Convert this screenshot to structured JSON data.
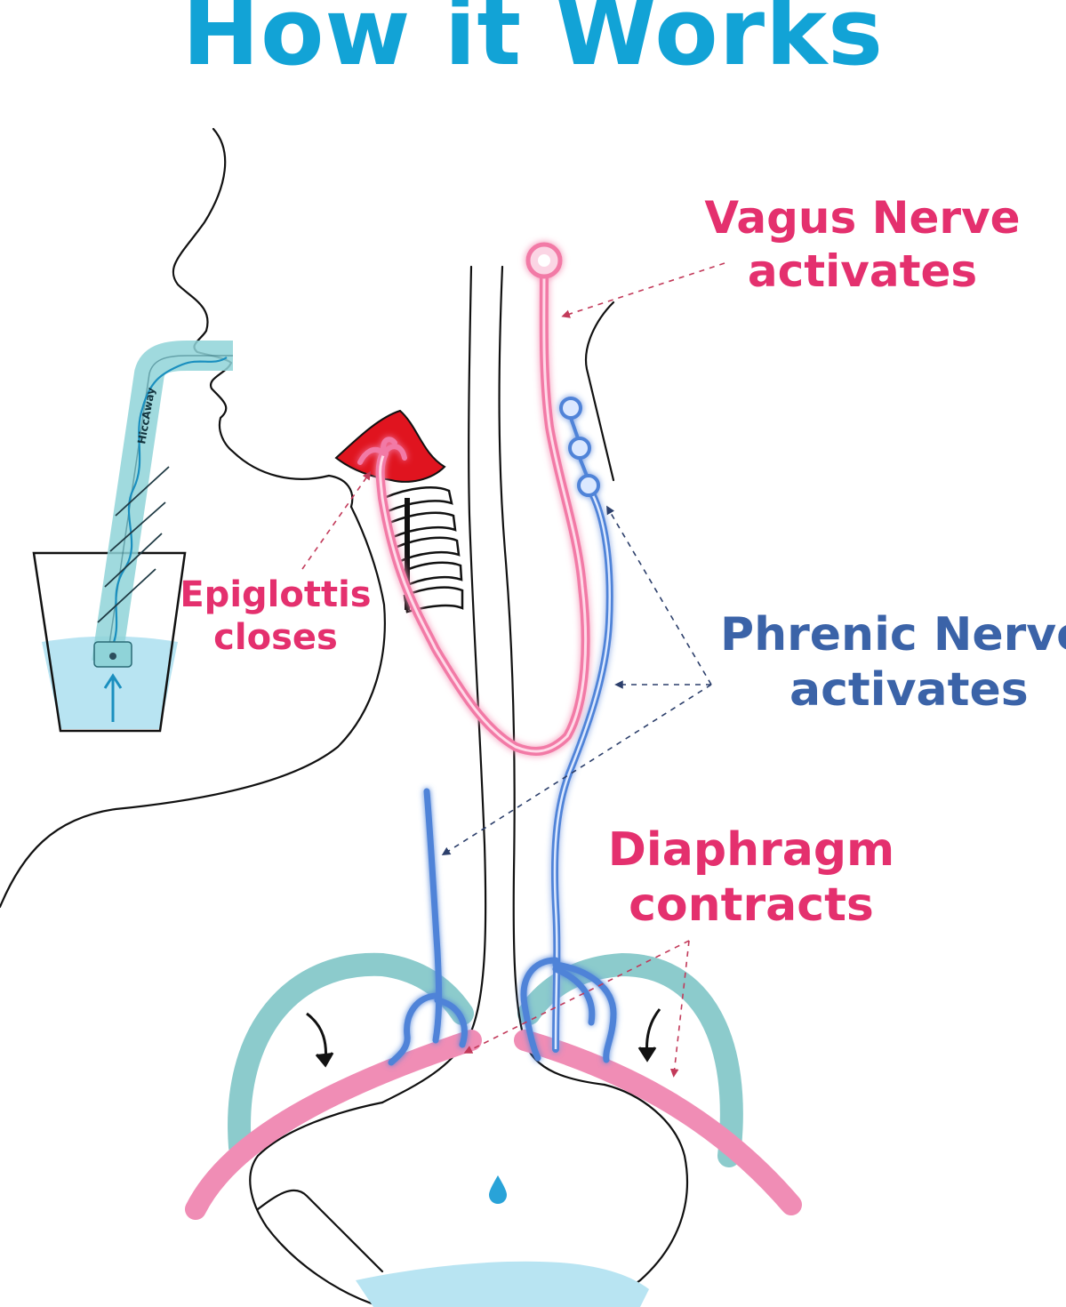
{
  "title": "How it Works",
  "labels": {
    "vagus": {
      "line1": "Vagus Nerve",
      "line2": "activates"
    },
    "epiglottis": {
      "line1": "Epiglottis",
      "line2": "closes"
    },
    "phrenic": {
      "line1": "Phrenic Nerve",
      "line2": "activates"
    },
    "diaphragm": {
      "line1": "Diaphragm",
      "line2": "contracts"
    }
  },
  "straw_brand": "HiccAway",
  "colors": {
    "title": "#12a3d6",
    "vagus": "#e4306e",
    "phrenic": "#3b63a8",
    "diaphragm": "#e4306e",
    "water": "#b8e4f2",
    "rib": "#8ccbcc",
    "diaphragm_band": "#f08db5",
    "epiglottis": "#e0141f",
    "outline": "#111111",
    "pink_nerve": "#f27aa6",
    "blue_nerve": "#4f83d8"
  }
}
